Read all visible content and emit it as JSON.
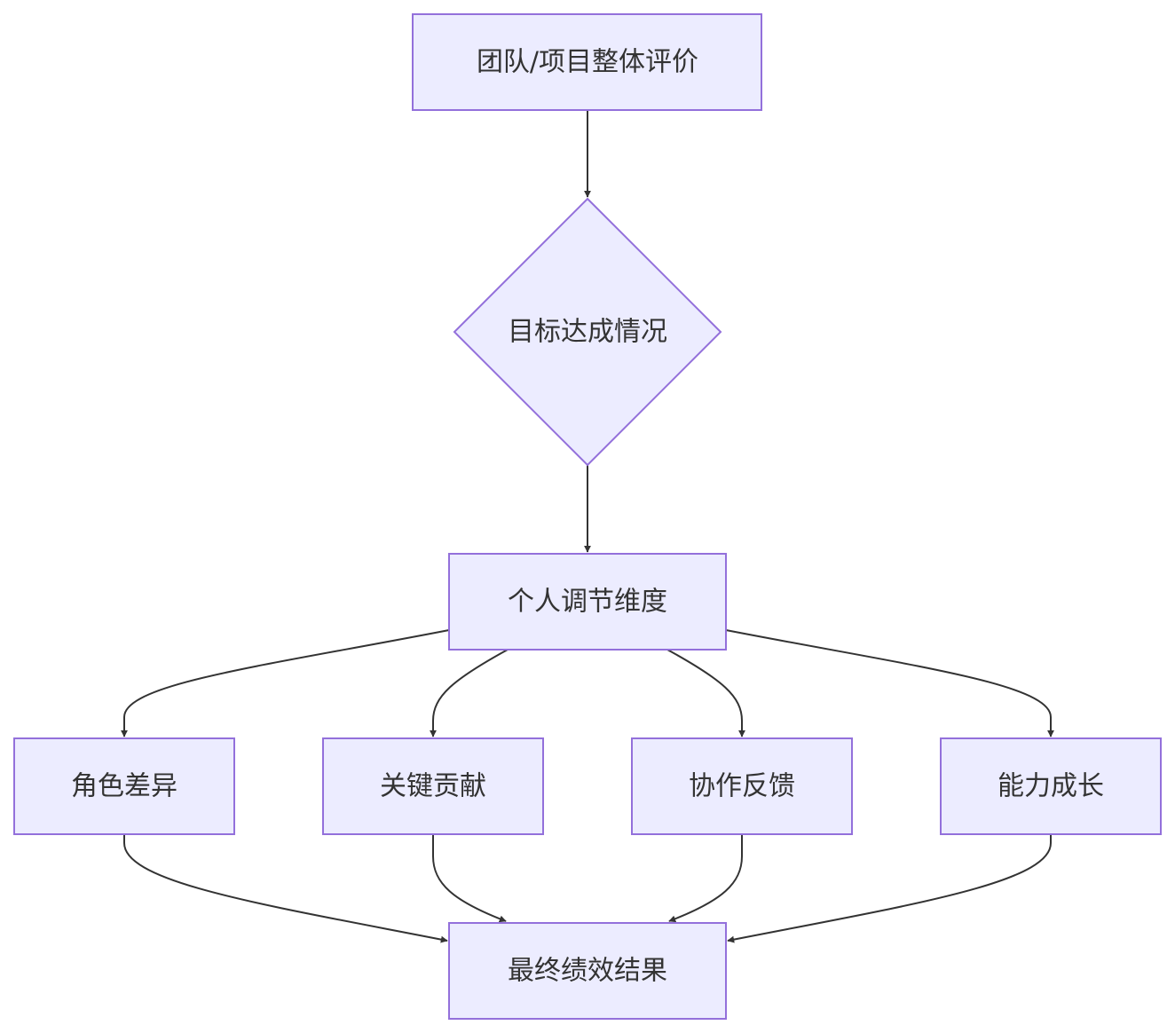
{
  "nodes": {
    "team_eval": {
      "label": "团队/项目整体评价"
    },
    "goal_status": {
      "label": "目标达成情况"
    },
    "individual_adjust": {
      "label": "个人调节维度"
    },
    "role_diff": {
      "label": "角色差异"
    },
    "key_contrib": {
      "label": "关键贡献"
    },
    "collab_feedback": {
      "label": "协作反馈"
    },
    "ability_growth": {
      "label": "能力成长"
    },
    "final_result": {
      "label": "最终绩效结果"
    }
  },
  "edges": [
    {
      "from": "team_eval",
      "to": "goal_status"
    },
    {
      "from": "goal_status",
      "to": "individual_adjust"
    },
    {
      "from": "individual_adjust",
      "to": "role_diff"
    },
    {
      "from": "individual_adjust",
      "to": "key_contrib"
    },
    {
      "from": "individual_adjust",
      "to": "collab_feedback"
    },
    {
      "from": "individual_adjust",
      "to": "ability_growth"
    },
    {
      "from": "role_diff",
      "to": "final_result"
    },
    {
      "from": "key_contrib",
      "to": "final_result"
    },
    {
      "from": "collab_feedback",
      "to": "final_result"
    },
    {
      "from": "ability_growth",
      "to": "final_result"
    }
  ],
  "colors": {
    "node_fill": "#ECECFF",
    "node_stroke": "#9370DB",
    "edge": "#333333",
    "text": "#333333"
  }
}
